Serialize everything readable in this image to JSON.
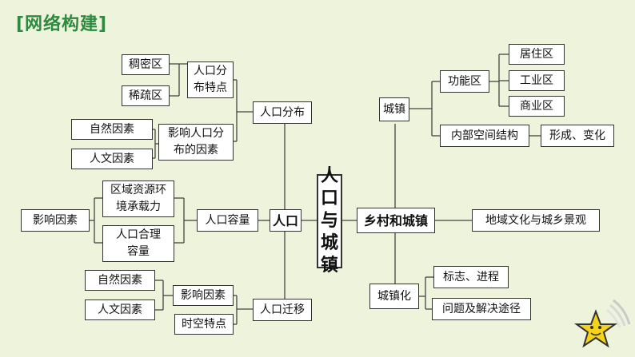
{
  "title": "[网络构建]",
  "center": "人\n口\n与\n城\n镇",
  "left": {
    "main": "人口",
    "distribution": {
      "label": "人口分布",
      "feature": {
        "label": "人口分\n布特点",
        "items": [
          "稠密区",
          "稀疏区"
        ]
      },
      "factors": {
        "label": "影响人口分\n布的因素",
        "items": [
          "自然因素",
          "人文因素"
        ]
      }
    },
    "capacity": {
      "label": "人口容量",
      "items": [
        "区域资源环\n境承载力",
        "人口合理\n容量"
      ],
      "factor": "影响因素"
    },
    "migration": {
      "label": "人口迁移",
      "factors": {
        "label": "影响因素",
        "items": [
          "自然因素",
          "人文因素"
        ]
      },
      "feature": "时空特点"
    }
  },
  "right": {
    "main": "乡村和城镇",
    "town": {
      "label": "城镇",
      "function": {
        "label": "功能区",
        "items": [
          "居住区",
          "工业区",
          "商业区"
        ]
      },
      "structure": {
        "label": "内部空间结构",
        "item": "形成、变化"
      }
    },
    "culture": "地域文化与城乡景观",
    "urbanization": {
      "label": "城镇化",
      "items": [
        "标志、进程",
        "问题及解决途径"
      ]
    }
  }
}
